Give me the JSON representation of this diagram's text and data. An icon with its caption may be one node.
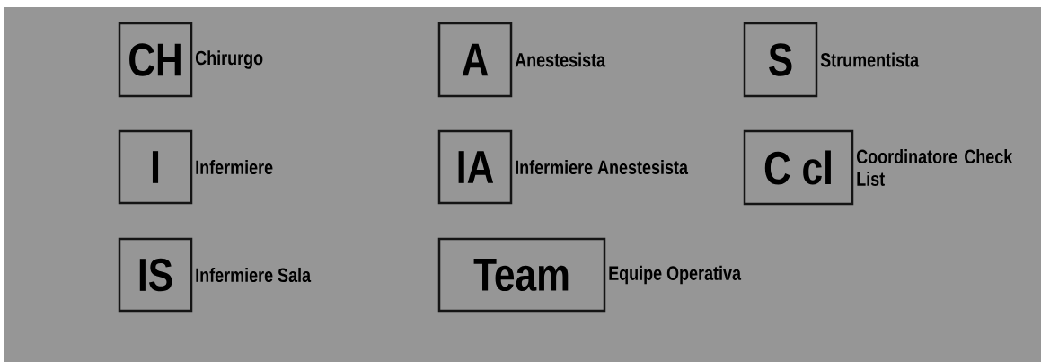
{
  "diagram": {
    "nodes": [
      {
        "text": [
          "CH"
        ],
        "beside": [
          "Chirurgo"
        ]
      },
      {
        "text": [
          "A"
        ],
        "beside": [
          "Anestesista"
        ]
      },
      {
        "text": [
          "S"
        ],
        "beside": [
          "Strumentista"
        ]
      },
      {
        "text": [
          "I"
        ],
        "beside": [
          "Infermiere"
        ]
      },
      {
        "text": [
          "IA"
        ],
        "beside": [
          "Infermiere Anestesista"
        ]
      },
      {
        "text": [
          "C cl"
        ],
        "beside": [
          "Coordinatore Check List"
        ]
      },
      {
        "text": [
          "IS"
        ],
        "beside": [
          "Infermiere Sala"
        ]
      },
      {
        "text": [
          "Team"
        ],
        "beside": [
          "Equipe Operativa"
        ]
      }
    ]
  }
}
